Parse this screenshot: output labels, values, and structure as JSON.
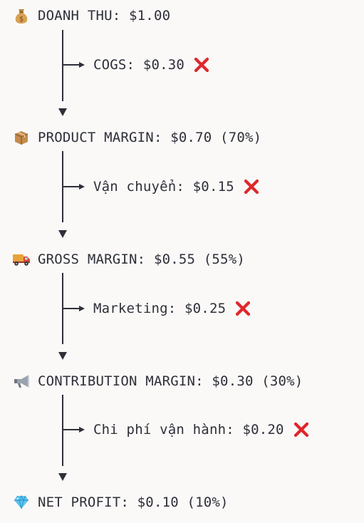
{
  "stages": [
    {
      "icon": "money-bag-icon",
      "text": "DOANH THU: $1.00"
    },
    {
      "icon": "package-box-icon",
      "text": "PRODUCT MARGIN: $0.70 (70%)"
    },
    {
      "icon": "delivery-truck-icon",
      "text": "GROSS MARGIN: $0.55 (55%)"
    },
    {
      "icon": "megaphone-icon",
      "text": "CONTRIBUTION MARGIN: $0.30 (30%)"
    },
    {
      "icon": "gem-icon",
      "text": "NET PROFIT: $0.10 (10%)"
    }
  ],
  "deductions": [
    {
      "text": "COGS: $0.30",
      "icon": "red-x-icon"
    },
    {
      "text": "Vận chuyển: $0.15",
      "icon": "red-x-icon"
    },
    {
      "text": "Marketing: $0.25",
      "icon": "red-x-icon"
    },
    {
      "text": "Chi phí vận hành: $0.20",
      "icon": "red-x-icon"
    }
  ],
  "colors": {
    "background": "#faf9f7",
    "text": "#2f2f3a",
    "line": "#2f2f3a",
    "x_mark": "#e0262b"
  }
}
